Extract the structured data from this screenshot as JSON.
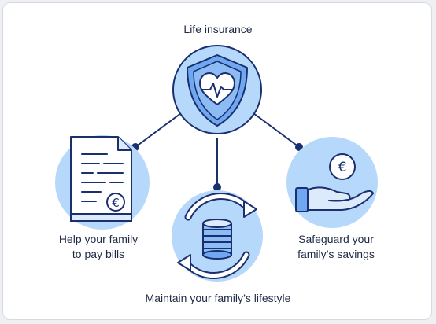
{
  "diagram": {
    "title": "Life insurance",
    "benefits": [
      {
        "id": "bills",
        "line1": "Help your family",
        "line2": "to pay bills"
      },
      {
        "id": "savings",
        "line1": "Safeguard your",
        "line2": "family’s savings"
      },
      {
        "id": "lifestyle",
        "line1": "Maintain your family’s lifestyle"
      }
    ]
  },
  "colors": {
    "outline": "#1a2f6e",
    "circle_fill": "#b6d8fb",
    "shield_fill": "#6fa7f0",
    "pale_fill": "#dceafc",
    "text": "#1f2a44"
  },
  "icons": [
    "shield-heart-icon",
    "bill-document-icon",
    "coin-stack-icon",
    "hand-coin-icon"
  ]
}
